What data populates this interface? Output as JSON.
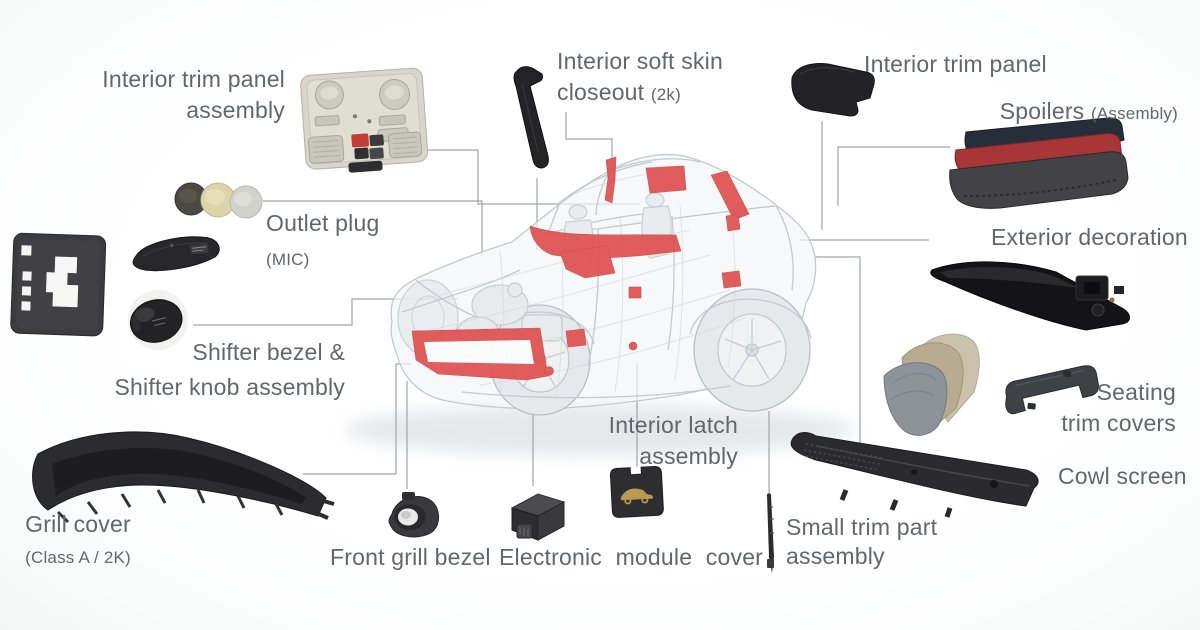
{
  "labels": {
    "interior_trim_panel_assembly": {
      "line1": "Interior trim panel",
      "line2": "assembly"
    },
    "interior_soft_skin": {
      "line1": "Interior soft skin",
      "line2_main": "closeout",
      "line2_sub": "(2k)"
    },
    "interior_trim_panel": {
      "text": "Interior trim panel"
    },
    "spoilers": {
      "main": "Spoilers",
      "sub": "(Assembly)"
    },
    "exterior_decoration": {
      "text": "Exterior decoration"
    },
    "outlet_plug": {
      "main": "Outlet plug",
      "sub": "(MIC)"
    },
    "shifter": {
      "line1": "Shifter bezel &",
      "line2": "Shifter knob assembly"
    },
    "grill_cover": {
      "main": "Grill cover",
      "sub": "(Class A / 2K)"
    },
    "front_grill_bezel": {
      "text": "Front grill bezel"
    },
    "electronic_module_cover": {
      "text": "Electronic module cover"
    },
    "interior_latch": {
      "line1": "Interior latch",
      "line2": "assembly"
    },
    "small_trim_part": {
      "line1": "Small trim part",
      "line2": "assembly"
    },
    "cowl_screen": {
      "text": "Cowl screen"
    },
    "seating_trim_covers": {
      "line1": "Seating",
      "line2": "trim covers"
    }
  },
  "colors": {
    "label_text": "#63666a",
    "connector_line": "#a0a5a9",
    "highlight_red": "#e05050",
    "part_dark": "#2c2c2e",
    "spoiler_navy": "#262d3b",
    "spoiler_red": "#a83636",
    "spoiler_gray": "#434347",
    "console_beige": "#d8d5ca",
    "plug_dark": "#4b4a42",
    "plug_cream": "#ddd3a8",
    "plug_gray": "#d2d2cc",
    "seat_gray": "#8e9399",
    "seat_tan": "#b7ab92",
    "seat_beige": "#cbc2ae",
    "latch_icon_gold": "#b89a55",
    "car_ghost_stroke": "#c3c9cf"
  },
  "parts": [
    "overhead-console",
    "outlet-plugs",
    "shifter-bezel-plate",
    "console-lid-part",
    "shifter-knob",
    "grill-cover",
    "front-grill-bezel",
    "electronic-module",
    "interior-latch",
    "roof-antenna",
    "cowl-screen",
    "seat-covers",
    "seat-trim-channel",
    "exterior-decoration-blade",
    "spoiler-stack",
    "interior-trim-panel-part",
    "soft-skin-closeout-strip",
    "car-wireframe"
  ]
}
